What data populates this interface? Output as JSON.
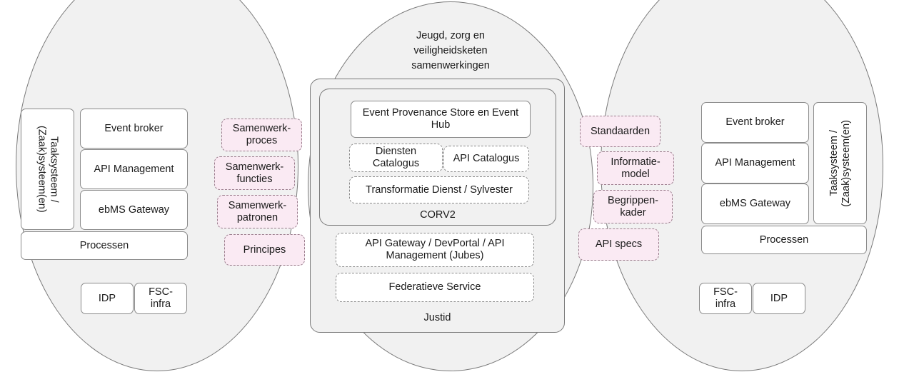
{
  "diagram": {
    "type": "venn-overlapping-ellipses",
    "title_center": "Jeugd, zorg en\nveiligheidsketen\nsamenwerkingen",
    "colors": {
      "ellipse_fill": "#f1f1f1",
      "ellipse_stroke": "#7a7a7a",
      "pink_fill": "#faeaf3",
      "pink_stroke": "#9a7c8c",
      "box_fill": "#ffffff",
      "box_stroke": "#8a8a8a",
      "text": "#1a1a1a"
    }
  },
  "left_group": {
    "taaksysteem": "Taaksysteem /\n(Zaak)systeem(en)",
    "event_broker": "Event broker",
    "api_management": "API Management",
    "ebms_gateway": "ebMS Gateway",
    "processen": "Processen",
    "idp": "IDP",
    "fsc_infra": "FSC-\ninfra"
  },
  "left_overlap": {
    "items": [
      {
        "label": "Samenwerk-\nproces"
      },
      {
        "label": "Samenwerk-\nfuncties"
      },
      {
        "label": "Samenwerk-\npatronen"
      },
      {
        "label": "Principes"
      }
    ]
  },
  "center_group": {
    "title": "Jeugd, zorg en veiligheidsketen samenwerkingen",
    "title_line1": "Jeugd, zorg en",
    "title_line2": "veiligheidsketen",
    "title_line3": "samenwerkingen",
    "outer_frame_label": "Justid",
    "inner_frame_label": "CORV2",
    "inner_items": {
      "event_provenance": "Event Provenance Store en Event Hub",
      "diensten_catalogus": "Diensten\nCatalogus",
      "api_catalogus": "API Catalogus",
      "transformatie_dienst": "Transformatie Dienst / Sylvester"
    },
    "outer_items": {
      "api_gateway": "API Gateway / DevPortal / API\nManagement (Jubes)",
      "federatieve_service": "Federatieve Service"
    }
  },
  "right_overlap": {
    "items": [
      {
        "label": "Standaarden"
      },
      {
        "label": "Informatie-\nmodel"
      },
      {
        "label": "Begrippen-\nkader"
      },
      {
        "label": "API specs"
      }
    ]
  },
  "right_group": {
    "event_broker": "Event broker",
    "api_management": "API Management",
    "ebms_gateway": "ebMS Gateway",
    "taaksysteem": "Taaksysteem /\n(Zaak)systeem(en)",
    "processen": "Processen",
    "fsc_infra": "FSC-\ninfra",
    "idp": "IDP"
  }
}
